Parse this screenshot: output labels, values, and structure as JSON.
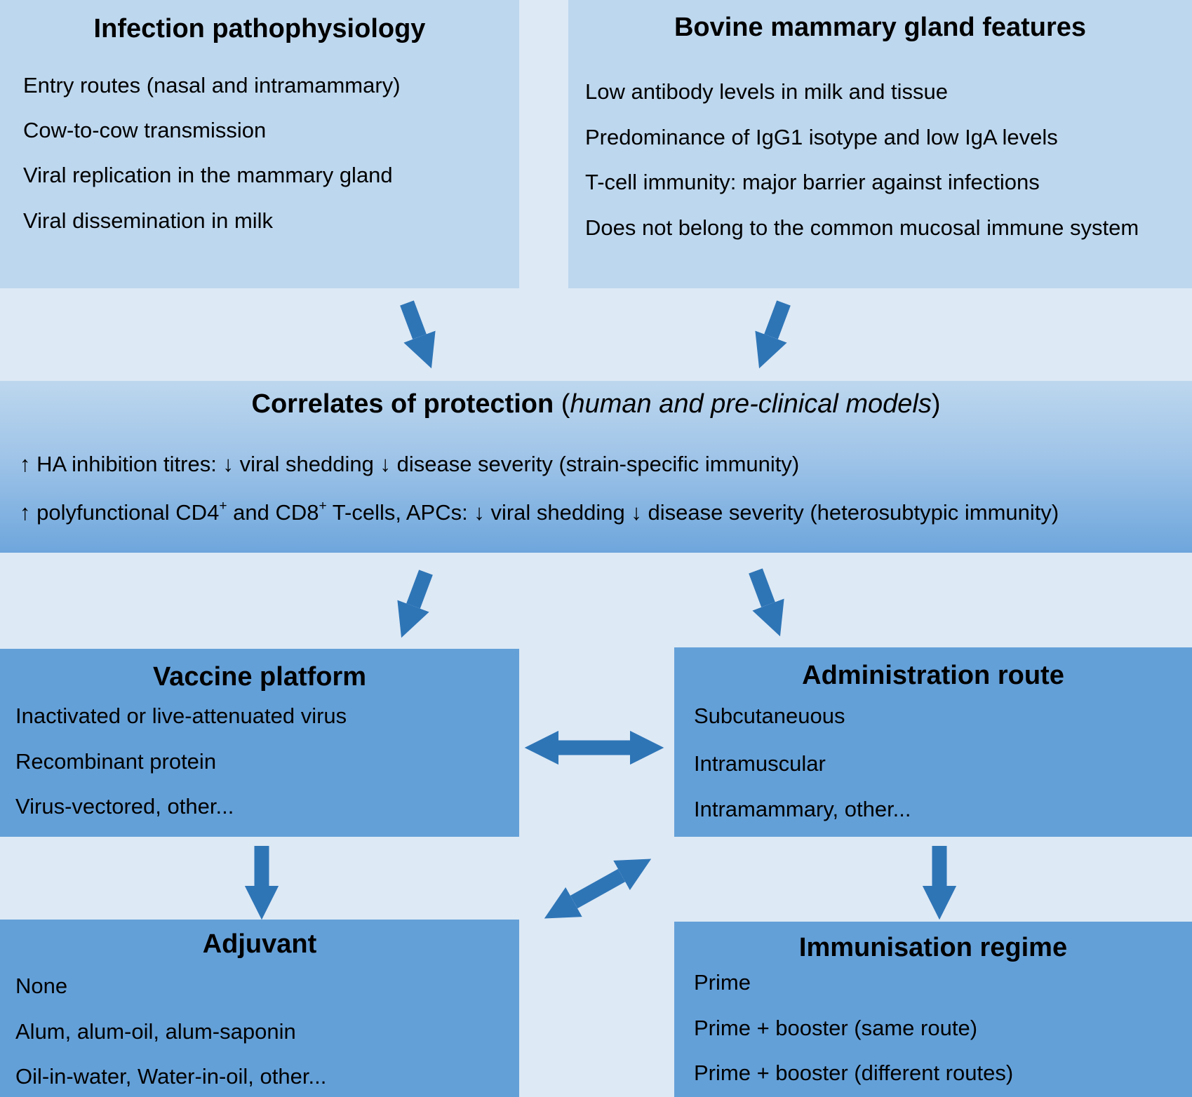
{
  "pathophysiology": {
    "title": "Infection pathophysiology",
    "items": [
      "Entry routes (nasal and intramammary)",
      "Cow-to-cow transmission",
      "Viral replication in the mammary gland",
      "Viral dissemination in milk"
    ]
  },
  "mammary": {
    "title": "Bovine mammary gland features",
    "items": [
      "Low antibody levels in milk and tissue",
      "Predominance of IgG1 isotype and low IgA levels",
      "T-cell immunity: major barrier against infections",
      "Does not belong to the common mucosal immune system"
    ]
  },
  "correlates": {
    "title": "Correlates of protection",
    "subtitle_open": " (",
    "subtitle": "human and pre-clinical models",
    "subtitle_close": ")",
    "line1": "↑ HA inhibition titres: ↓ viral shedding ↓ disease severity (strain-specific immunity)",
    "line2_a": "↑ polyfunctional CD4",
    "line2_sup1": "+",
    "line2_b": " and CD8",
    "line2_sup2": "+",
    "line2_c": " T-cells, APCs: ↓ viral shedding ↓ disease severity (heterosubtypic immunity)"
  },
  "platform": {
    "title": "Vaccine platform",
    "items": [
      "Inactivated or live-attenuated virus",
      "Recombinant protein",
      "Virus-vectored, other..."
    ]
  },
  "route": {
    "title": "Administration route",
    "items": [
      "Subcutaneuous",
      "Intramuscular",
      "Intramammary, other..."
    ]
  },
  "adjuvant": {
    "title": "Adjuvant",
    "items": [
      "None",
      "Alum, alum-oil, alum-saponin",
      "Oil-in-water, Water-in-oil, other..."
    ]
  },
  "regime": {
    "title": "Immunisation regime",
    "items": [
      "Prime",
      "Prime + booster (same route)",
      "Prime + booster (different routes)"
    ]
  },
  "colors": {
    "background": "#dde9f5",
    "light_box": "#bdd7ee",
    "mid_box": "#64a0d8",
    "arrow": "#2e75b6"
  }
}
